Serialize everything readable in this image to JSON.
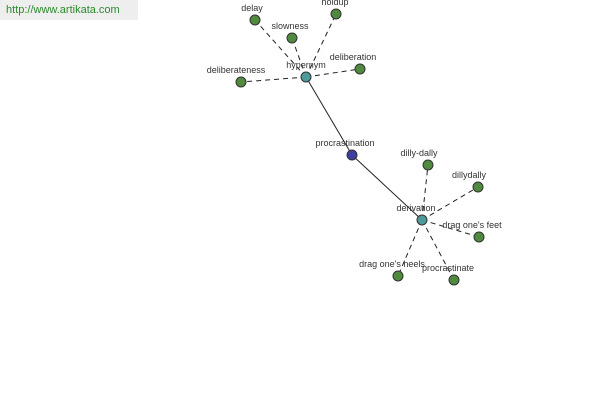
{
  "watermark": {
    "text": "http://www.artikata.com"
  },
  "colors": {
    "center_node": "#3b3fa0",
    "hub_node": "#4e9a9a",
    "leaf_node": "#4f8a3f",
    "node_stroke": "#333333",
    "edge": "#222222"
  },
  "graph": {
    "center": {
      "id": "procrastination",
      "label": "procrastination"
    },
    "hubs": [
      {
        "id": "hypernym",
        "label": "hypernym"
      },
      {
        "id": "derivation",
        "label": "derivation"
      }
    ],
    "leaves": [
      {
        "id": "delay",
        "label": "delay",
        "hub": "hypernym"
      },
      {
        "id": "holdup",
        "label": "holdup",
        "hub": "hypernym"
      },
      {
        "id": "slowness",
        "label": "slowness",
        "hub": "hypernym"
      },
      {
        "id": "deliberation",
        "label": "deliberation",
        "hub": "hypernym"
      },
      {
        "id": "deliberateness",
        "label": "deliberateness",
        "hub": "hypernym"
      },
      {
        "id": "dilly-dally",
        "label": "dilly-dally",
        "hub": "derivation"
      },
      {
        "id": "dillydally",
        "label": "dillydally",
        "hub": "derivation"
      },
      {
        "id": "drag-ones-feet",
        "label": "drag one's feet",
        "hub": "derivation"
      },
      {
        "id": "drag-ones-heels",
        "label": "drag one's heels",
        "hub": "derivation"
      },
      {
        "id": "procrastinate",
        "label": "procrastinate",
        "hub": "derivation"
      }
    ]
  }
}
